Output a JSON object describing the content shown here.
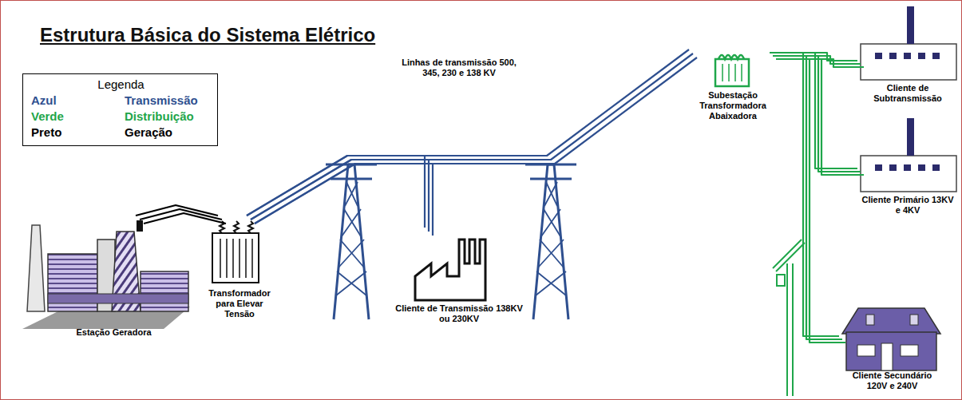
{
  "diagram": {
    "title": "Estrutura Básica do Sistema Elétrico",
    "nodes": [
      {
        "text": [
          "Estação Geradora"
        ]
      },
      {
        "text": [
          "Transformador para Elevar Tensão"
        ]
      },
      {
        "text": [
          "Cliente de Transmissão 138KV ou 230KV"
        ]
      },
      {
        "text": [
          "Subestação Transformadora Abaixadora"
        ]
      },
      {
        "text": [
          "Cliente de Subtransmissão"
        ]
      },
      {
        "text": [
          "Cliente Primário 13KV e 4KV"
        ]
      },
      {
        "text": [
          "Cliente Secundário 120V e 240V"
        ]
      }
    ],
    "edges": [
      {
        "from": 0,
        "to": 1,
        "arrow": "none"
      },
      {
        "from": 1,
        "to": 2,
        "arrow": "none"
      },
      {
        "from": 1,
        "to": 3,
        "arrow": "none"
      },
      {
        "from": 3,
        "to": 4,
        "arrow": "none"
      },
      {
        "from": 3,
        "to": 5,
        "arrow": "none"
      },
      {
        "from": 3,
        "to": 6,
        "arrow": "none"
      }
    ],
    "labels": [
      "Legenda",
      "Azul",
      "Verde",
      "Preto",
      "Linhas de transmissão 500, 345, 230 e 138 KV"
    ],
    "legend": [
      {
        "text": "Transmissão",
        "color": "#2e4f8f"
      },
      {
        "text": "Distribuição",
        "color": "#1fa64a"
      },
      {
        "text": "Geração",
        "color": "#000000"
      }
    ]
  }
}
